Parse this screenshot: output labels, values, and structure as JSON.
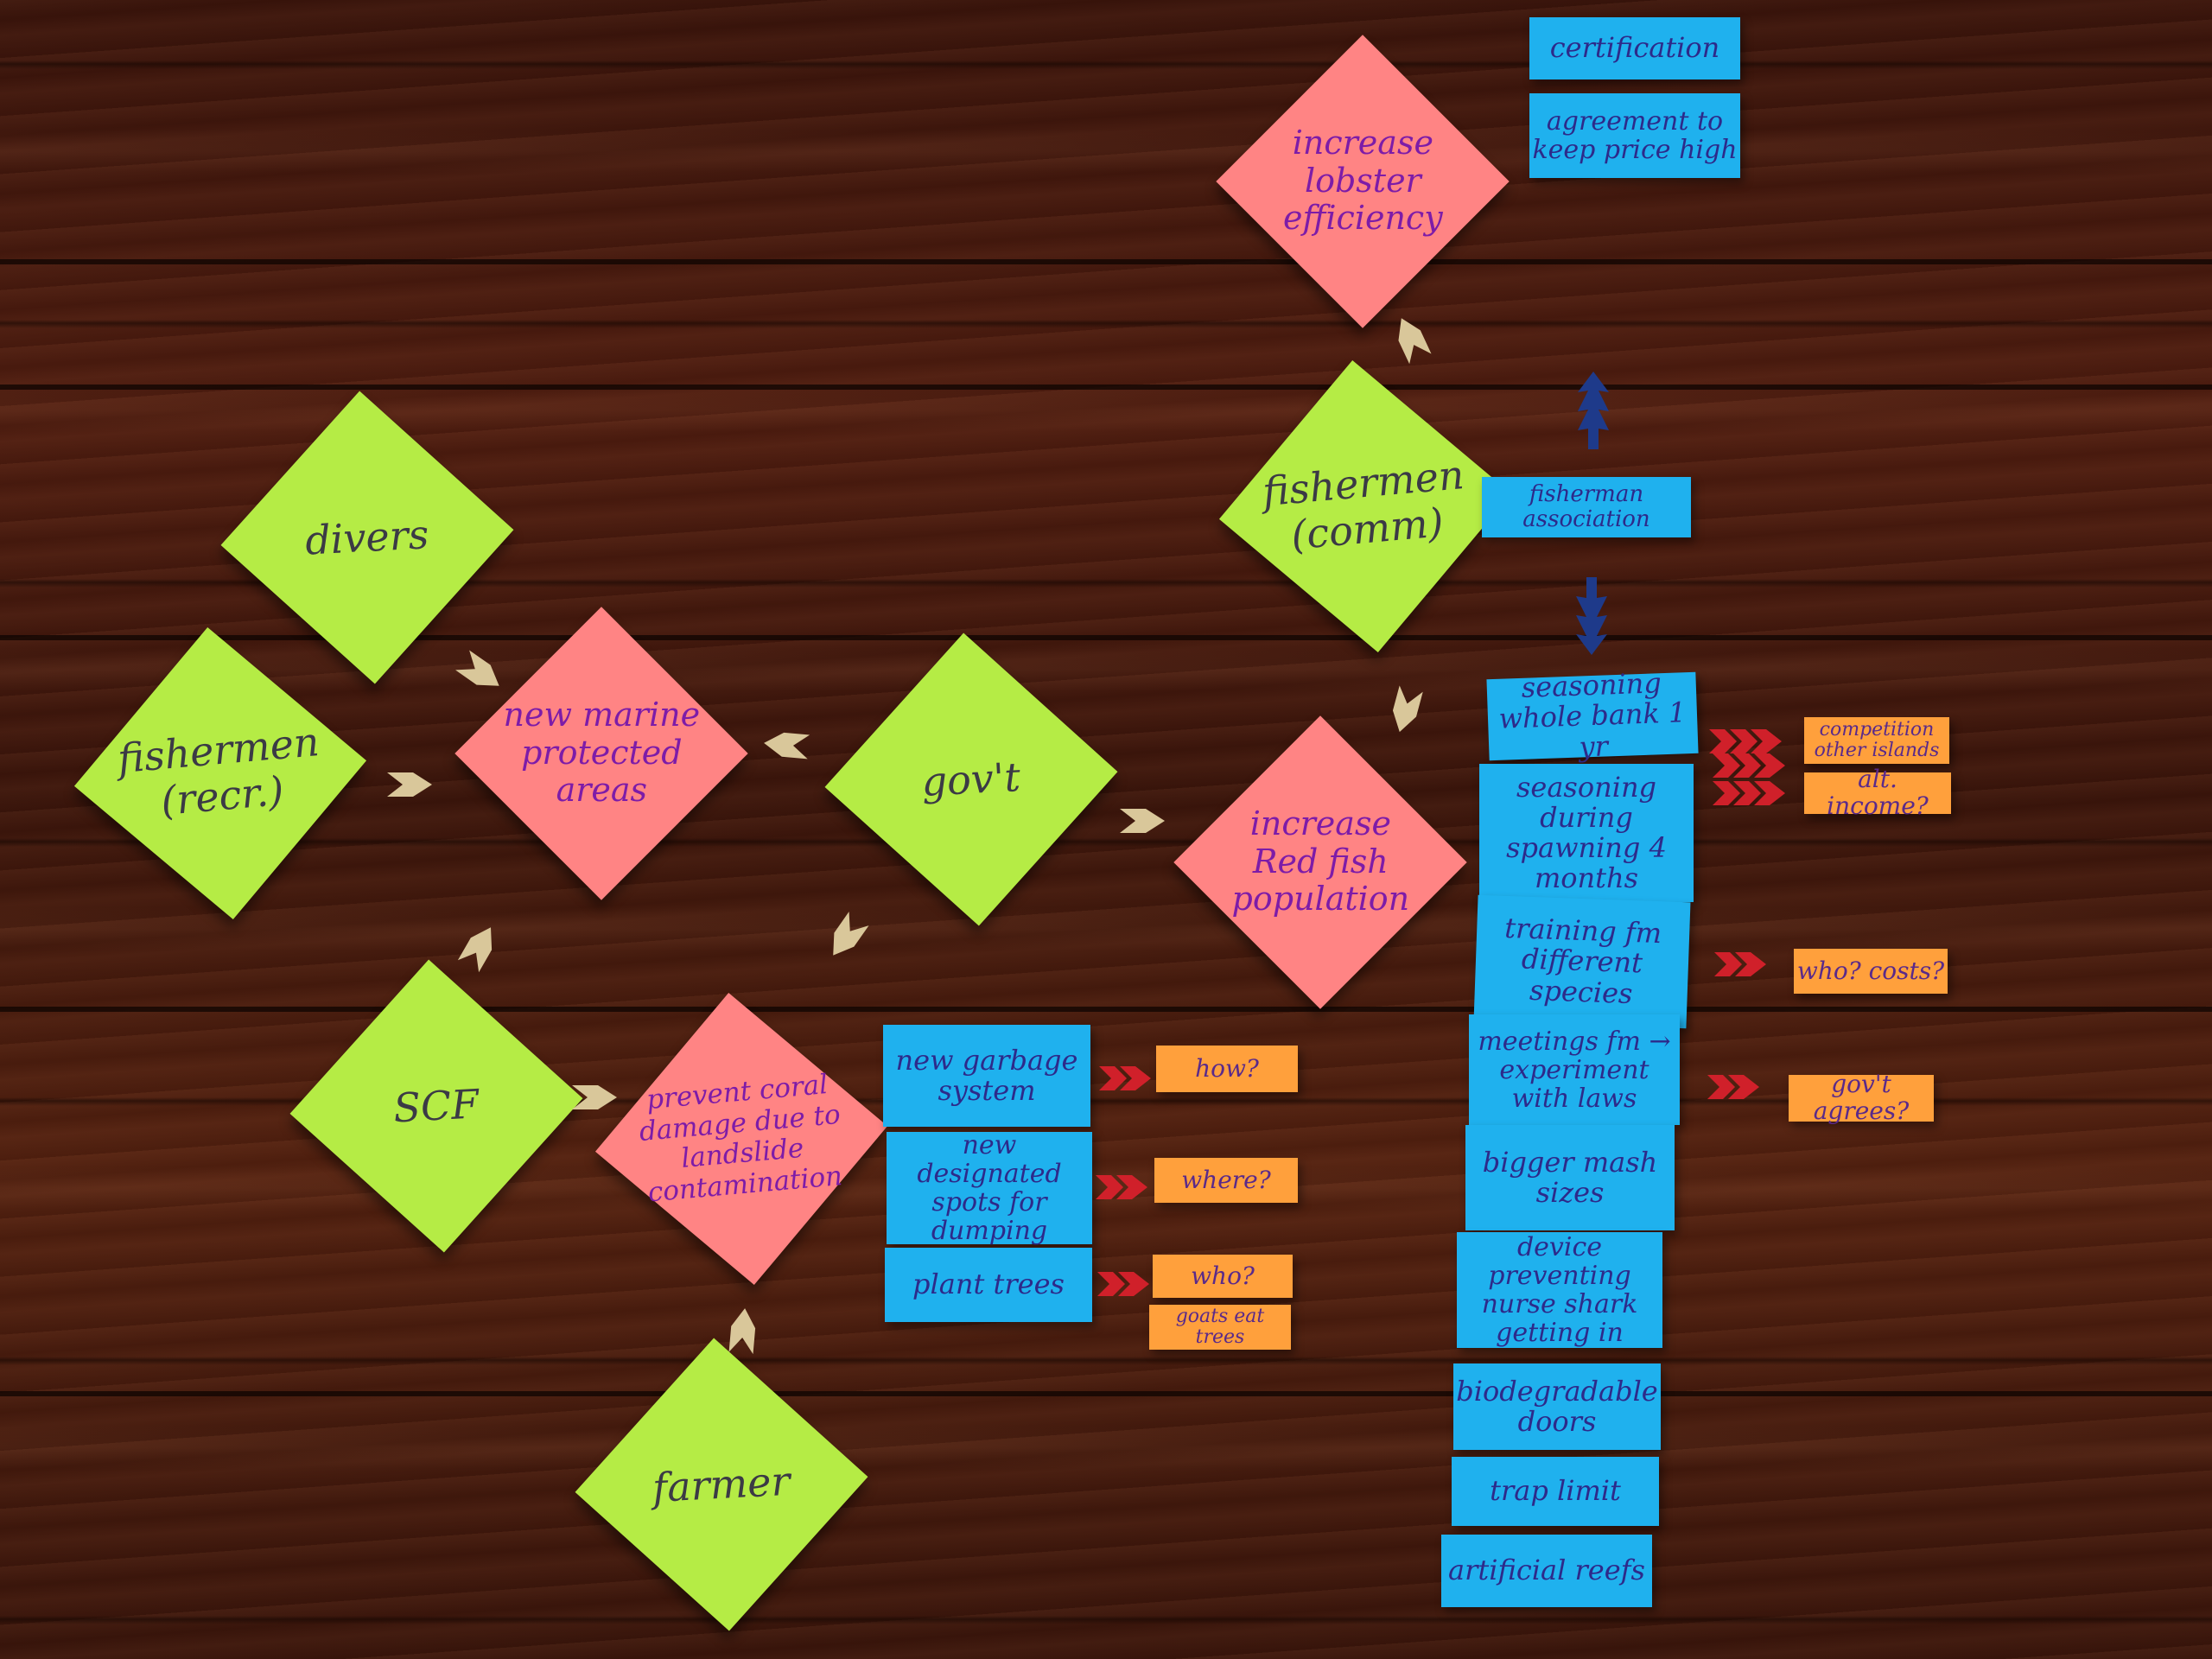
{
  "diamonds": {
    "increase_lobster": {
      "label": "increase lobster efficiency",
      "color": "pink"
    },
    "fishermen_comm": {
      "label": "fishermen (comm)",
      "color": "green"
    },
    "divers": {
      "label": "divers",
      "color": "green"
    },
    "fishermen_recr": {
      "label": "fishermen (recr.)",
      "color": "green"
    },
    "new_marine": {
      "label": "new marine protected areas",
      "color": "pink"
    },
    "govt": {
      "label": "gov't",
      "color": "green"
    },
    "increase_redfish": {
      "label": "increase Red fish population",
      "color": "pink"
    },
    "scf": {
      "label": "SCF",
      "color": "green"
    },
    "prevent_coral": {
      "label": "prevent coral damage due to landslide contamination",
      "color": "pink"
    },
    "farmer": {
      "label": "farmer",
      "color": "green"
    }
  },
  "blue_notes": {
    "certification": "certification",
    "agreement": "agreement to keep price high",
    "fisherman_association": "fisherman association",
    "seasoning_whole": "seasoning whole bank 1 yr",
    "seasoning_spawning": "seasoning during spawning 4 months",
    "training": "training fm different species",
    "meetings": "meetings fm → experiment with laws",
    "bigger_mash": "bigger mash sizes",
    "device": "device preventing nurse shark getting in",
    "biodegradable": "biodegradable doors",
    "trap_limit": "trap limit",
    "artificial_reefs": "artificial reefs",
    "garbage": "new garbage system",
    "dumping": "new designated spots for dumping",
    "plant_trees": "plant trees"
  },
  "orange_notes": {
    "competition": "competition other islands",
    "alt_income": "alt. income?",
    "who_costs": "who? costs?",
    "govt_agrees": "gov't agrees?",
    "how": "how?",
    "where": "where?",
    "who": "who?",
    "goats": "goats eat trees"
  },
  "colors": {
    "green_note": "#b5ec45",
    "pink_note": "#ff8484",
    "blue_note": "#1fb1ee",
    "orange_note": "#ffa03c",
    "beige_arrow": "#d9c79a",
    "red_arrow": "#d0202a",
    "navy_arrow": "#1e3a8a",
    "wood": "#4a1b0e"
  }
}
